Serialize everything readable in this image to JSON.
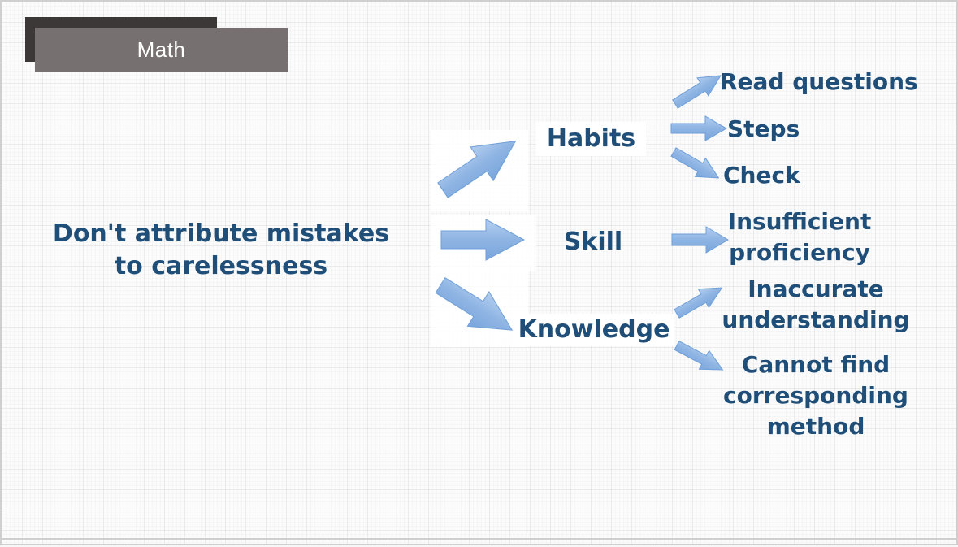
{
  "subject_label": "Math",
  "root": {
    "line1": "Don't attribute mistakes",
    "line2": "to carelessness"
  },
  "branches": {
    "habits": {
      "label": "Habits",
      "children": [
        "Read questions",
        "Steps",
        "Check"
      ]
    },
    "skill": {
      "label": "Skill",
      "child_line1": "Insufficient",
      "child_line2": "proficiency"
    },
    "knowledge": {
      "label": "Knowledge",
      "child1_line1": "Inaccurate",
      "child1_line2": "understanding",
      "child2_line1": "Cannot find",
      "child2_line2": "corresponding",
      "child2_line3": "method"
    }
  },
  "colors": {
    "text": "#1f4e79",
    "arrow_fill": "#8eb4e3",
    "arrow_stroke": "#6f9fd8",
    "tag_dark": "#3c3838",
    "tag_gray": "#767070"
  }
}
